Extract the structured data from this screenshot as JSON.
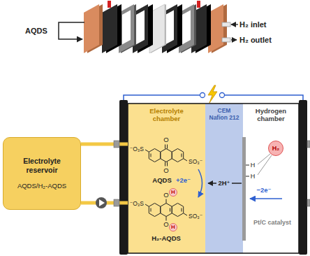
{
  "diagram": {
    "nodes": [
      {
        "text": [
          "Electrolyte reservoir",
          "AQDS/H₂-AQDS"
        ]
      },
      {
        "text": [
          "Electrolyte chamber"
        ]
      },
      {
        "text": [
          "CEM Nafion 212"
        ]
      },
      {
        "text": [
          "Hydrogen chamber"
        ]
      },
      {
        "text": [
          "H₂"
        ],
        "in": 3
      }
    ],
    "edges": [
      {
        "from": 0,
        "to": 1,
        "arrow": "none"
      },
      {
        "from": 1,
        "to": 0,
        "arrow": "none"
      }
    ],
    "labels": [
      "AQDS",
      "H₂ inlet",
      "H₂ outlet",
      "⁻O₃S",
      "O",
      "SO₃⁻",
      "O",
      "AQDS",
      "+2e⁻",
      "⁻O₃S",
      "O",
      "H",
      "SO₃⁻",
      "O",
      "H",
      "H₂-AQDS",
      "2H⁺",
      "H",
      "H",
      "−2e⁻",
      "Pt/C catalyst"
    ]
  }
}
